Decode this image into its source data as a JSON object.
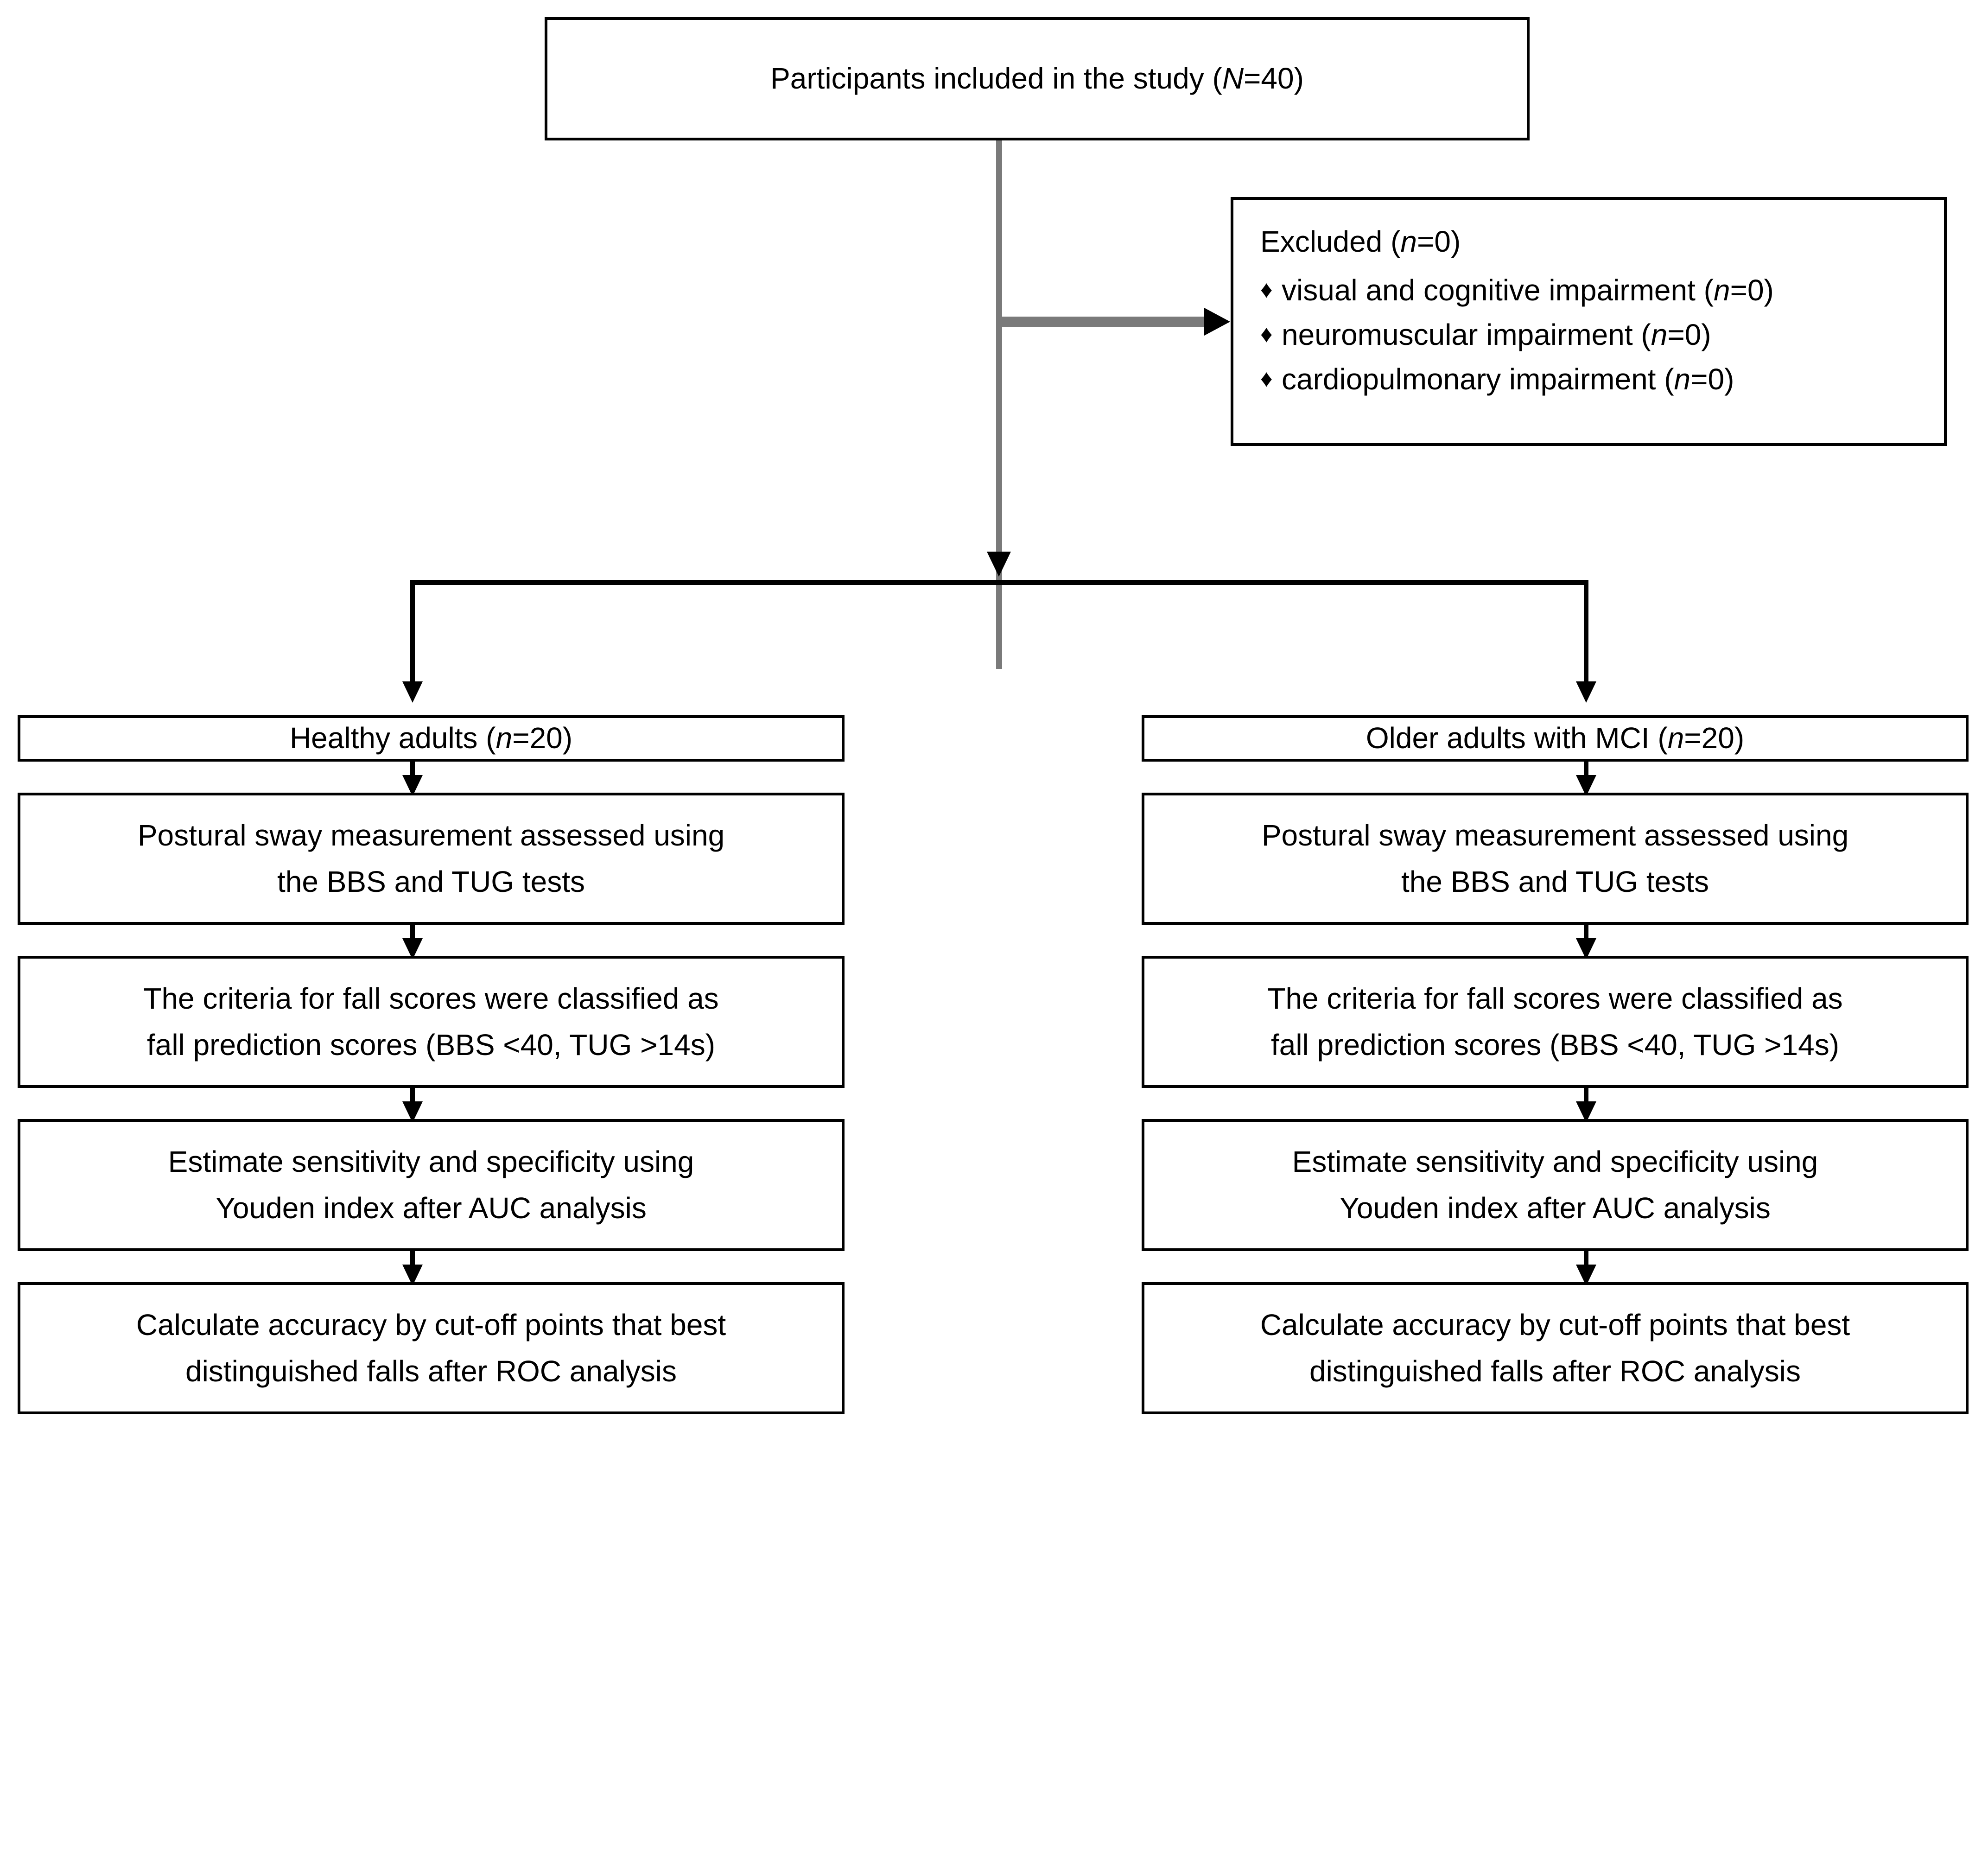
{
  "diagram": {
    "title": "Study participant flow diagram",
    "colors": {
      "box_border": "#000000",
      "background": "#ffffff",
      "text": "#000000",
      "connector_gray": "#7a7a7a",
      "connector_black": "#000000"
    }
  },
  "top": {
    "label": "Participants included in the study (N=40)",
    "label_pre": "Participants included in the study (",
    "label_var": "N",
    "label_post": "=40)"
  },
  "excluded": {
    "title_pre": "Excluded (",
    "title_var": "n",
    "title_post": "=0)",
    "title": "Excluded (n=0)",
    "bullet_glyph": "♦",
    "items": [
      {
        "text": "visual and cognitive impairment (n=0)",
        "pre": "visual and cognitive impairment (",
        "var": "n",
        "post": "=0)"
      },
      {
        "text": "neuromuscular impairment (n=0)",
        "pre": "neuromuscular impairment (",
        "var": "n",
        "post": "=0)"
      },
      {
        "text": "cardiopulmonary impairment (n=0)",
        "pre": "cardiopulmonary impairment (",
        "var": "n",
        "post": "=0)"
      }
    ]
  },
  "branches": [
    {
      "id": "healthy",
      "header": {
        "text": "Healthy adults (n=20)",
        "pre": "Healthy adults (",
        "var": "n",
        "post": "=20)"
      },
      "steps": [
        "Postural sway measurement assessed using\nthe BBS and TUG tests",
        "The criteria for fall scores were classified as\nfall prediction scores (BBS <40, TUG >14s)",
        "Estimate sensitivity and specificity using\nYouden index after AUC analysis",
        "Calculate accuracy by cut-off points that best\ndistinguished falls after ROC analysis"
      ]
    },
    {
      "id": "mci",
      "header": {
        "text": "Older adults with MCI (n=20)",
        "pre": "Older adults with MCI (",
        "var": "n",
        "post": "=20)"
      },
      "steps": [
        "Postural sway measurement assessed using\nthe BBS and TUG tests",
        "The criteria for fall scores were classified as\nfall prediction scores (BBS <40, TUG >14s)",
        "Estimate sensitivity and specificity using\nYouden index after AUC analysis",
        "Calculate accuracy by cut-off points that best\ndistinguished falls after ROC analysis"
      ]
    }
  ]
}
